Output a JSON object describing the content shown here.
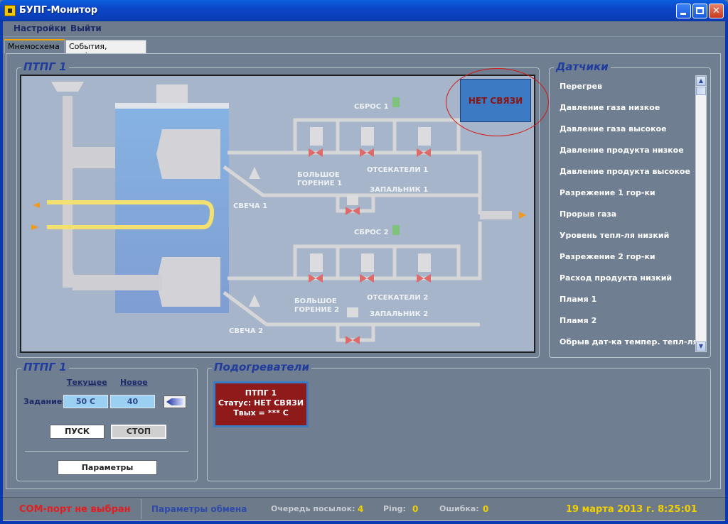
{
  "window": {
    "title": "БУПГ-Монитор"
  },
  "menu": {
    "settings": "Настройки",
    "exit": "Выйти"
  },
  "tabs": [
    {
      "label": "Мнемосхема"
    },
    {
      "label": "События, графики"
    }
  ],
  "diagram": {
    "group_title": "ПТПГ 1",
    "no_connection": "НЕТ СВЯЗИ",
    "labels": {
      "sbros1": "СБРОС 1",
      "sbros2": "СБРОС 2",
      "big_burn1_a": "БОЛЬШОЕ",
      "big_burn1_b": "ГОРЕНИЕ 1",
      "big_burn2_a": "БОЛЬШОЕ",
      "big_burn2_b": "ГОРЕНИЕ 2",
      "cutoff1": "ОТСЕКАТЕЛИ 1",
      "cutoff2": "ОТСЕКАТЕЛИ 2",
      "ignit1": "ЗАПАЛЬНИК 1",
      "ignit2": "ЗАПАЛЬНИК 2",
      "candle1": "СВЕЧА 1",
      "candle2": "СВЕЧА 2"
    }
  },
  "sensors": {
    "title": "Датчики",
    "items": [
      "Перегрев",
      "Давление газа низкое",
      "Давление газа высокое",
      "Давление продукта низкое",
      "Давление продукта высокое",
      "Разрежение 1 гор-ки",
      "Прорыв газа",
      "Уровень тепл-ля низкий",
      "Разрежение 2 гор-ки",
      "Расход продукта низкий",
      "Пламя 1",
      "Пламя 2",
      "Обрыв дат-ка темпер. тепл-ля"
    ]
  },
  "control": {
    "title": "ПТПГ 1",
    "col_current": "Текущее",
    "col_new": "Новое",
    "task_label": "Задание:",
    "current_value": "50 С",
    "new_value": "40",
    "start": "ПУСК",
    "stop": "СТОП",
    "params": "Параметры"
  },
  "heaters": {
    "title": "Подогреватели",
    "card": {
      "name": "ПТПГ 1",
      "status": "Статус: НЕТ СВЯЗИ",
      "temp": "Твых = *** С"
    }
  },
  "status": {
    "com_port": "COM-порт не выбран",
    "exchange_params": "Параметры обмена",
    "queue_label": "Очередь посылок:",
    "queue_value": "4",
    "ping_label": "Ping:",
    "ping_value": "0",
    "error_label": "Ошибка:",
    "error_value": "0",
    "datetime": "19 марта 2013 г. 8:25:01"
  },
  "colors": {
    "accent_blue": "#203c9c",
    "no_conn_bg": "#3c7bc4",
    "heater_bg": "#8e1a1a",
    "status_red": "#e02020",
    "status_yellow": "#f2d000"
  }
}
